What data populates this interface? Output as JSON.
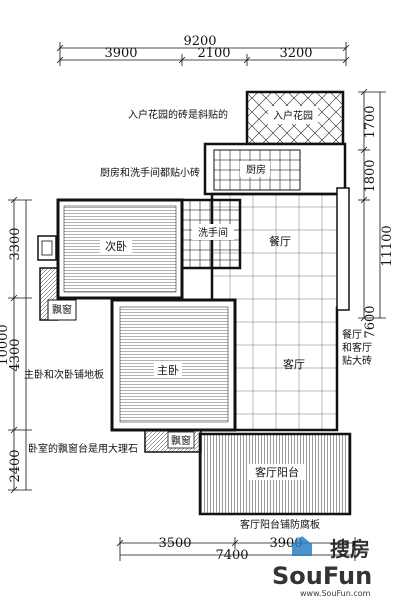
{
  "dimensions": {
    "top_total": "9200",
    "top_a": "3900",
    "top_b": "2100",
    "top_c": "3200",
    "right_a": "1700",
    "right_b": "1800",
    "right_c": "7600",
    "right_total": "11100",
    "left_a": "3300",
    "left_b": "4300",
    "left_total": "10000",
    "left_c": "2400",
    "bottom_a": "3500",
    "bottom_b": "3900",
    "bottom_total": "7400"
  },
  "rooms": {
    "entry_garden": "入户花园",
    "kitchen": "厨房",
    "bathroom": "洗手间",
    "second_bedroom": "次卧",
    "dining": "餐厅",
    "bay_window_left": "飘窗",
    "master_bedroom": "主卧",
    "living": "客厅",
    "bay_window_bottom": "飘窗",
    "living_balcony": "客厅阳台"
  },
  "notes": {
    "entry_garden_tile": "入户花园的砖是斜贴的",
    "kitchen_bath_tile": "厨房和洗手间都贴小砖",
    "dining_living_tile_1": "餐厅",
    "dining_living_tile_2": "和客厅",
    "dining_living_tile_3": "贴大砖",
    "bedroom_floor": "主卧和次卧铺地板",
    "bay_marble": "卧室的飘窗台是用大理石",
    "balcony_wood": "客厅阳台铺防腐板"
  },
  "watermark": {
    "cn": "搜房",
    "en": "SouFun",
    "url": "www.SouFun.com"
  }
}
